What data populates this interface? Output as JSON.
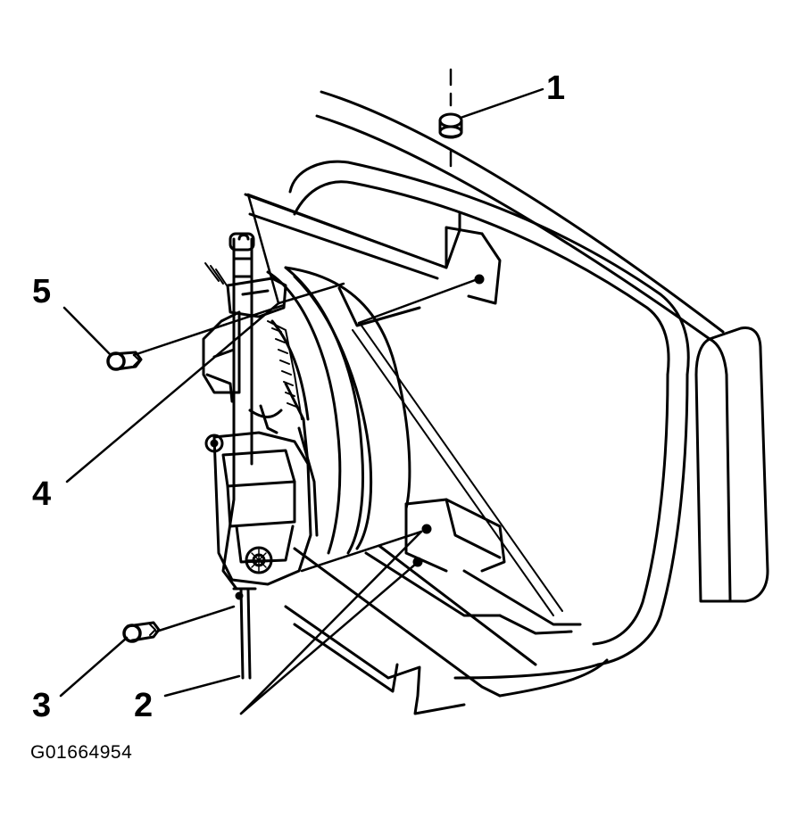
{
  "callouts": {
    "c1": "1",
    "c2": "2",
    "c3": "3",
    "c4": "4",
    "c5": "5"
  },
  "figure_id": "G01664954",
  "colors": {
    "ink": "#000000",
    "paper": "#ffffff"
  }
}
